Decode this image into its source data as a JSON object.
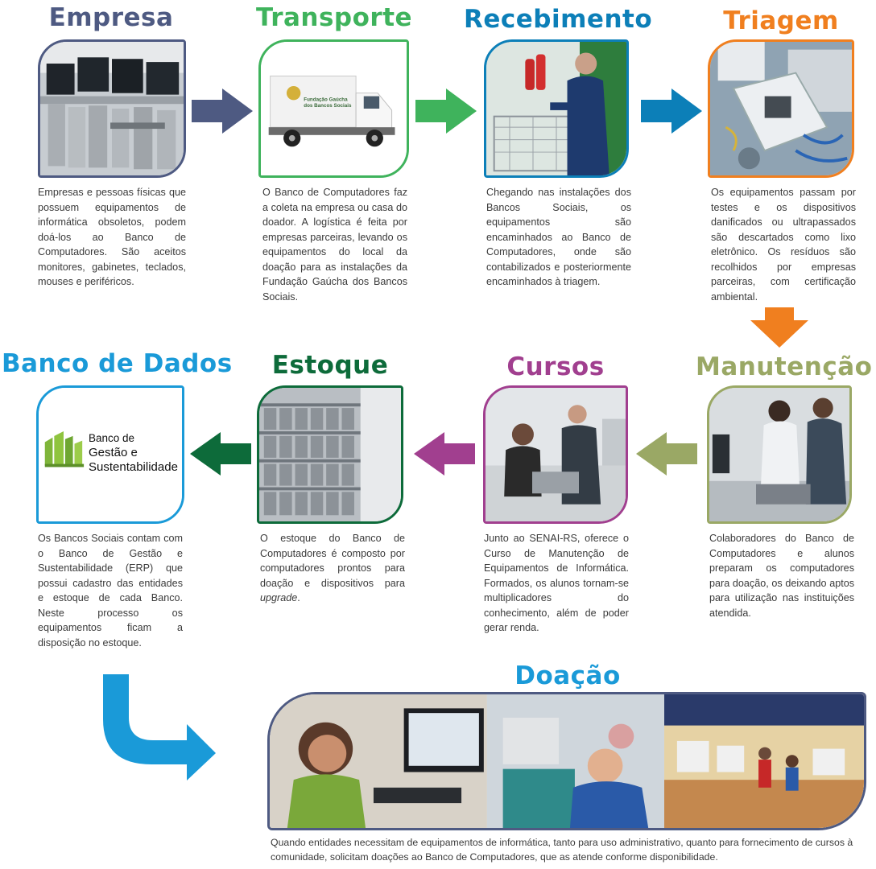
{
  "colors": {
    "empresa": "#4e5a82",
    "transporte": "#3fb35c",
    "recebimento": "#0c7fb8",
    "triagem": "#f07f1f",
    "manutencao": "#9aa865",
    "cursos": "#a13f8f",
    "estoque": "#0d6b3a",
    "banco": "#1a9ad8",
    "doacao": "#1a9ad8"
  },
  "steps": {
    "empresa": {
      "title": "Empresa",
      "text": "Empresas e pessoas físicas que possuem equipamentos de informática obsoletos, podem doá-los ao Banco de Computadores. São aceitos monitores, gabinetes, teclados, mouses e periféricos."
    },
    "transporte": {
      "title": "Transporte",
      "text": "O Banco de Computadores faz a coleta na empresa ou casa do doador. A logística é feita por empresas parceiras, levando os equipamentos do local da doação para as instalações da Fundação Gaúcha dos Bancos Sociais.",
      "truck_label_1": "Fundação Gaúcha",
      "truck_label_2": "dos Bancos Sociais"
    },
    "recebimento": {
      "title": "Recebimento",
      "text": "Chegando nas instalações dos Bancos Sociais, os equipamentos são encaminhados ao Banco de Computadores, onde são contabilizados e posteriormente encaminhados à triagem."
    },
    "triagem": {
      "title": "Triagem",
      "text": "Os equipamentos passam por testes e os dispositivos danificados ou ultrapassados são descartados como lixo eletrônico. Os resíduos são recolhidos por empresas parceiras, com certificação ambiental."
    },
    "manutencao": {
      "title": "Manutenção",
      "text": "Colaboradores do Banco de Computadores e alunos preparam os computadores para doação, os deixando aptos para utilização nas instituições atendida."
    },
    "cursos": {
      "title": "Cursos",
      "text": "Junto ao SENAI-RS, oferece o Curso de Manutenção de Equipamentos de Informática. Formados, os alunos tornam-se multiplicadores do conhecimento, além de poder gerar renda."
    },
    "estoque": {
      "title": "Estoque",
      "text_before": "O estoque do Banco de Computadores é composto por computadores prontos para doação e dispositivos para ",
      "text_italic": "upgrade",
      "text_after": "."
    },
    "banco": {
      "title": "Banco de Dados",
      "text": "Os Bancos Sociais contam com o Banco de Gestão e Sustentabilidade (ERP) que possui cadastro das entidades e estoque de cada Banco. Neste processo os equipamentos ficam a disposição no estoque.",
      "logo_line1": "Banco de",
      "logo_line2": "Gestão e",
      "logo_line3": "Sustentabilidade"
    },
    "doacao": {
      "title": "Doação",
      "text": "Quando entidades necessitam de equipamentos de informática, tanto para uso administrativo, quanto para fornecimento de cursos à comunidade, solicitam doações ao Banco de Computadores, que as atende conforme disponibilidade."
    }
  }
}
